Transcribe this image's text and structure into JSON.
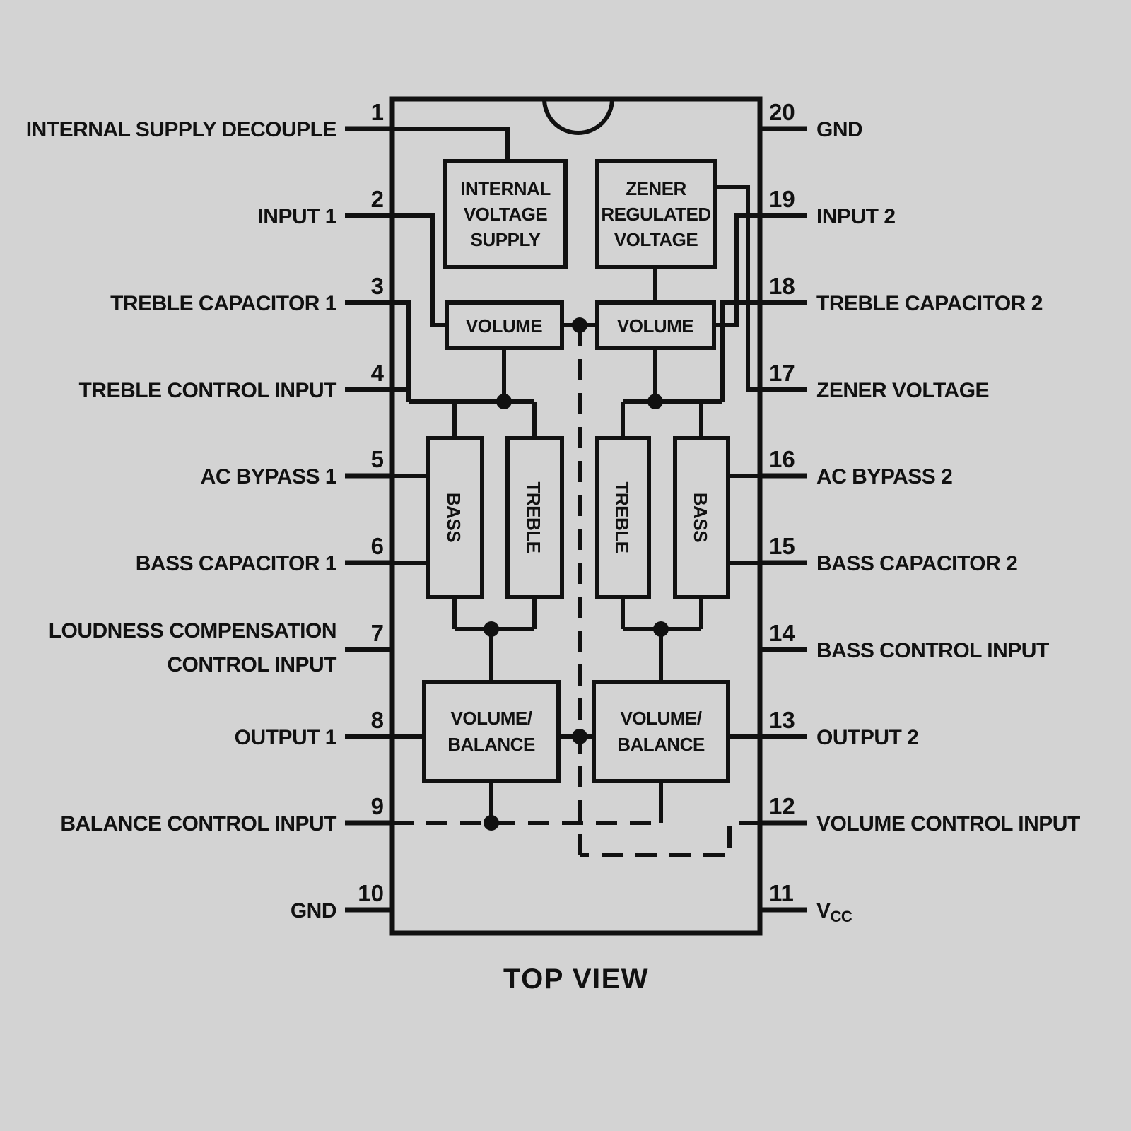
{
  "page": {
    "caption": "TOP VIEW"
  },
  "chip": {
    "pins_left": [
      {
        "num": "1",
        "label": "INTERNAL SUPPLY DECOUPLE"
      },
      {
        "num": "2",
        "label": "INPUT 1"
      },
      {
        "num": "3",
        "label": "TREBLE CAPACITOR 1"
      },
      {
        "num": "4",
        "label": "TREBLE CONTROL INPUT"
      },
      {
        "num": "5",
        "label": "AC BYPASS 1"
      },
      {
        "num": "6",
        "label": "BASS CAPACITOR 1"
      },
      {
        "num": "7",
        "label_line1": "LOUDNESS COMPENSATION",
        "label_line2": "CONTROL INPUT"
      },
      {
        "num": "8",
        "label": "OUTPUT 1"
      },
      {
        "num": "9",
        "label": "BALANCE CONTROL INPUT"
      },
      {
        "num": "10",
        "label": "GND"
      }
    ],
    "pins_right": [
      {
        "num": "20",
        "label": "GND"
      },
      {
        "num": "19",
        "label": "INPUT 2"
      },
      {
        "num": "18",
        "label": "TREBLE CAPACITOR 2"
      },
      {
        "num": "17",
        "label": "ZENER VOLTAGE"
      },
      {
        "num": "16",
        "label": "AC BYPASS 2"
      },
      {
        "num": "15",
        "label": "BASS CAPACITOR 2"
      },
      {
        "num": "14",
        "label": "BASS CONTROL INPUT"
      },
      {
        "num": "13",
        "label": "OUTPUT 2"
      },
      {
        "num": "12",
        "label": "VOLUME CONTROL INPUT"
      },
      {
        "num": "11",
        "label": "V",
        "label_sub": "CC"
      }
    ],
    "blocks": {
      "internal_voltage_supply": [
        "INTERNAL",
        "VOLTAGE",
        "SUPPLY"
      ],
      "zener_regulated_voltage": [
        "ZENER",
        "REGULATED",
        "VOLTAGE"
      ],
      "volume_1": "VOLUME",
      "volume_2": "VOLUME",
      "bass_1": "BASS",
      "treble_1": "TREBLE",
      "treble_2": "TREBLE",
      "bass_2": "BASS",
      "volume_balance_1": [
        "VOLUME/",
        "BALANCE"
      ],
      "volume_balance_2": [
        "VOLUME/",
        "BALANCE"
      ]
    },
    "colors": {
      "background": "#d3d3d3",
      "line": "#111111"
    }
  }
}
